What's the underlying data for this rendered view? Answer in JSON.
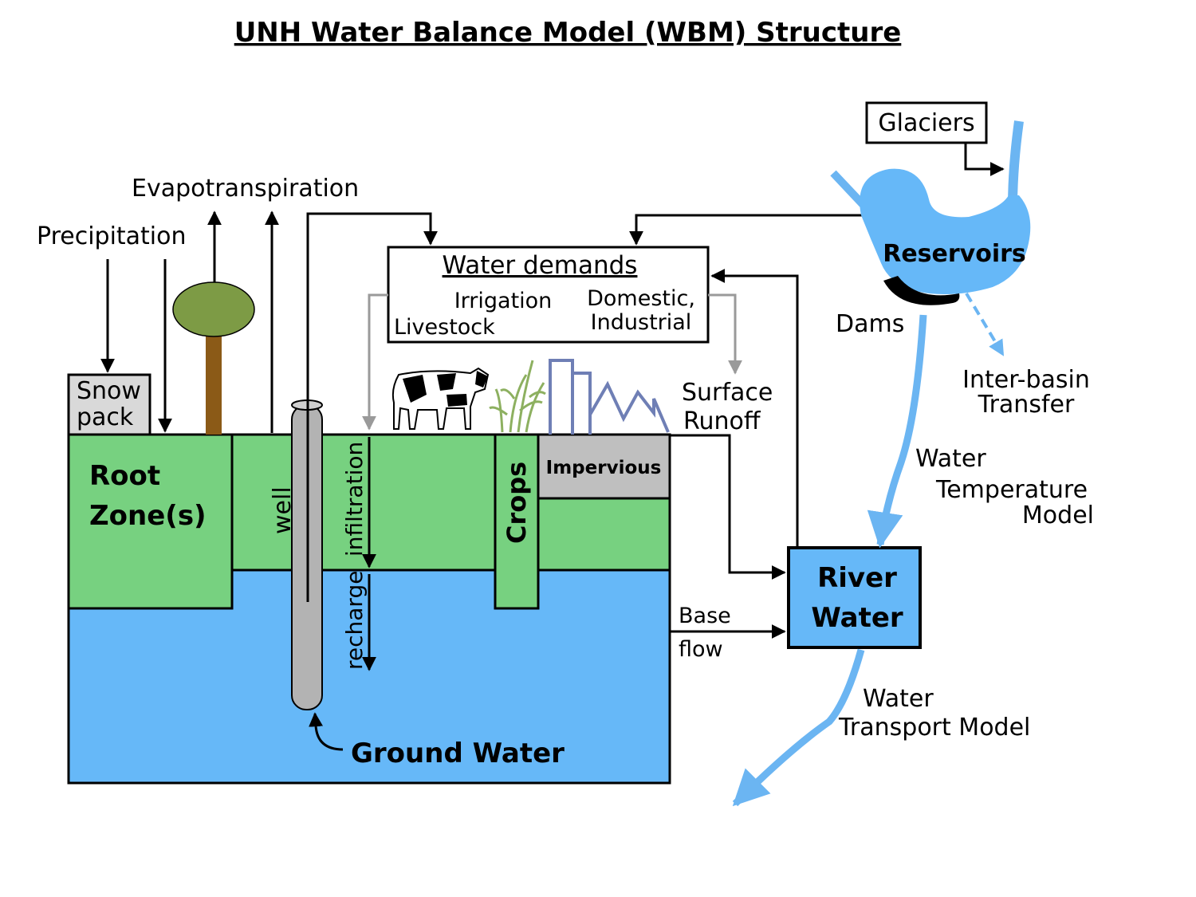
{
  "title": "UNH Water Balance Model (WBM) Structure",
  "labels": {
    "evapotranspiration": "Evapotranspiration",
    "precipitation": "Precipitation",
    "snow_line1": "Snow",
    "snow_line2": "pack",
    "root_line1": "Root",
    "root_line2": "Zone(s)",
    "well": "well",
    "infiltration": "infiltration",
    "recharge": "recharge",
    "crops": "Crops",
    "impervious": "Impervious",
    "ground_water": "Ground Water",
    "water_demands": "Water demands",
    "irrigation": "Irrigation",
    "livestock": "Livestock",
    "domestic": "Domestic,",
    "industrial": "Industrial",
    "surface_line1": "Surface",
    "surface_line2": "Runoff",
    "base": "Base",
    "flow": "flow",
    "river_line1": "River",
    "river_line2": "Water",
    "glaciers": "Glaciers",
    "reservoirs": "Reservoirs",
    "dams": "Dams",
    "interbasin_line1": "Inter-basin",
    "interbasin_line2": "Transfer",
    "temp_line1": "Water",
    "temp_line2": "Temperature",
    "temp_line3": "Model",
    "transport_line1": "Water",
    "transport_line2": "Transport Model"
  },
  "colors": {
    "green": "#77d180",
    "blue": "#66b8f8",
    "gray": "#bfbfbf",
    "river": "#6bb5f2",
    "trunk": "#8b5a17",
    "canopy": "#7d9b45",
    "buildings": "#6f7fb5"
  },
  "icons": [
    "cow-icon",
    "crop-plants-icon",
    "city-buildings-icon",
    "tree-icon"
  ]
}
